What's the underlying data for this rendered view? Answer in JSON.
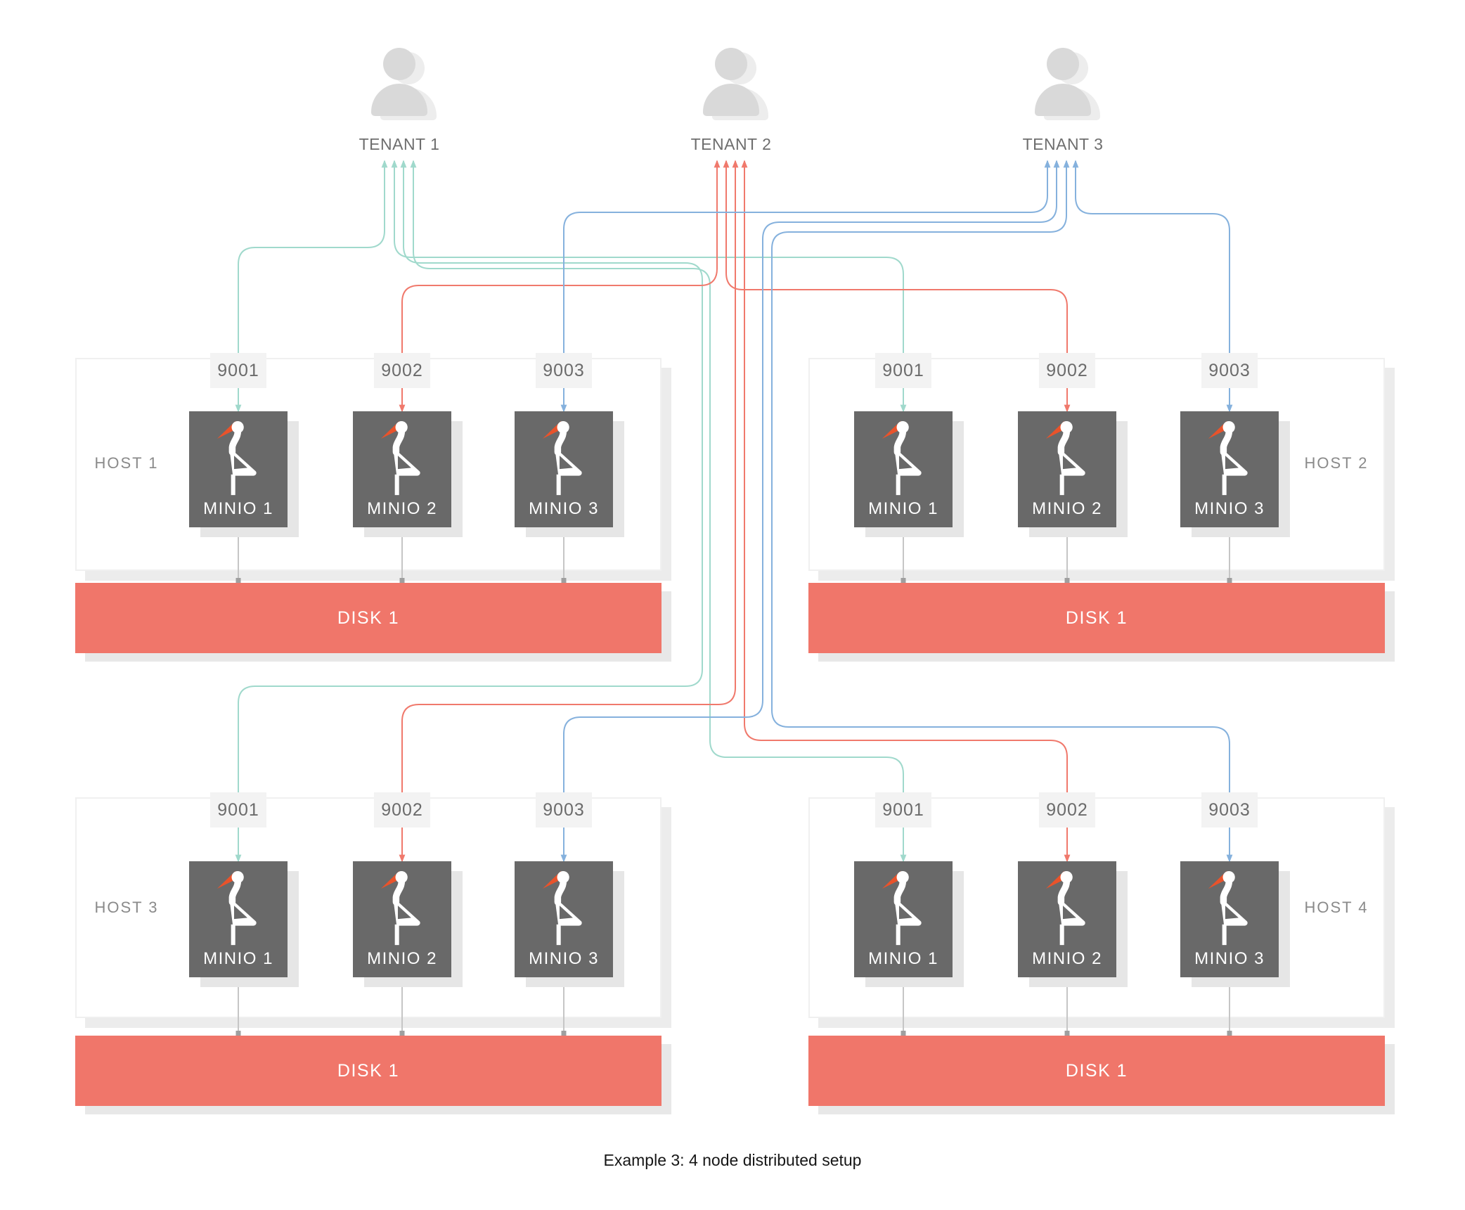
{
  "title_caption": "Example 3: 4 node distributed setup",
  "colors": {
    "tenant1": "#a0d9cc",
    "tenant2": "#f0796c",
    "tenant3": "#85b1dd",
    "disk": "#f0766a",
    "disk_shadow": "#e8e8e8",
    "node_bg": "#696969",
    "node_shadow": "#e6e6e6",
    "beak": "#e9532b",
    "port_bg": "#f3f3f3",
    "port_text": "#6b6b6b",
    "host_border": "#f0f0f0",
    "host_shadow": "#ececec",
    "host_text": "#8a8a8a",
    "text_gray": "#6e6e6e",
    "avatar": "#d9d9d9",
    "avatar_shadow": "#ededed",
    "connector": "#c6c6c6",
    "connector_cap": "#9f9f9f",
    "caption_text": "#161616"
  },
  "tenants": [
    {
      "id": "tenant-1",
      "label": "TENANT 1"
    },
    {
      "id": "tenant-2",
      "label": "TENANT 2"
    },
    {
      "id": "tenant-3",
      "label": "TENANT 3"
    }
  ],
  "hosts": [
    {
      "id": "host-1",
      "label": "HOST 1",
      "label_side": "left",
      "ports": [
        "9001",
        "9002",
        "9003"
      ],
      "nodes": [
        "MINIO 1",
        "MINIO 2",
        "MINIO 3"
      ],
      "disk_label": "DISK 1"
    },
    {
      "id": "host-2",
      "label": "HOST 2",
      "label_side": "right",
      "ports": [
        "9001",
        "9002",
        "9003"
      ],
      "nodes": [
        "MINIO 1",
        "MINIO 2",
        "MINIO 3"
      ],
      "disk_label": "DISK 1"
    },
    {
      "id": "host-3",
      "label": "HOST 3",
      "label_side": "left",
      "ports": [
        "9001",
        "9002",
        "9003"
      ],
      "nodes": [
        "MINIO 1",
        "MINIO 2",
        "MINIO 3"
      ],
      "disk_label": "DISK 1"
    },
    {
      "id": "host-4",
      "label": "HOST 4",
      "label_side": "right",
      "ports": [
        "9001",
        "9002",
        "9003"
      ],
      "nodes": [
        "MINIO 1",
        "MINIO 2",
        "MINIO 3"
      ],
      "disk_label": "DISK 1"
    }
  ],
  "connections": [
    {
      "tenant": 0,
      "host": 0,
      "port": "9001",
      "node": "MINIO 1",
      "color_key": "tenant1"
    },
    {
      "tenant": 0,
      "host": 1,
      "port": "9001",
      "node": "MINIO 1",
      "color_key": "tenant1"
    },
    {
      "tenant": 0,
      "host": 2,
      "port": "9001",
      "node": "MINIO 1",
      "color_key": "tenant1"
    },
    {
      "tenant": 0,
      "host": 3,
      "port": "9001",
      "node": "MINIO 1",
      "color_key": "tenant1"
    },
    {
      "tenant": 1,
      "host": 0,
      "port": "9002",
      "node": "MINIO 2",
      "color_key": "tenant2"
    },
    {
      "tenant": 1,
      "host": 1,
      "port": "9002",
      "node": "MINIO 2",
      "color_key": "tenant2"
    },
    {
      "tenant": 1,
      "host": 2,
      "port": "9002",
      "node": "MINIO 2",
      "color_key": "tenant2"
    },
    {
      "tenant": 1,
      "host": 3,
      "port": "9002",
      "node": "MINIO 2",
      "color_key": "tenant2"
    },
    {
      "tenant": 2,
      "host": 0,
      "port": "9003",
      "node": "MINIO 3",
      "color_key": "tenant3"
    },
    {
      "tenant": 2,
      "host": 1,
      "port": "9003",
      "node": "MINIO 3",
      "color_key": "tenant3"
    },
    {
      "tenant": 2,
      "host": 2,
      "port": "9003",
      "node": "MINIO 3",
      "color_key": "tenant3"
    },
    {
      "tenant": 2,
      "host": 3,
      "port": "9003",
      "node": "MINIO 3",
      "color_key": "tenant3"
    }
  ]
}
